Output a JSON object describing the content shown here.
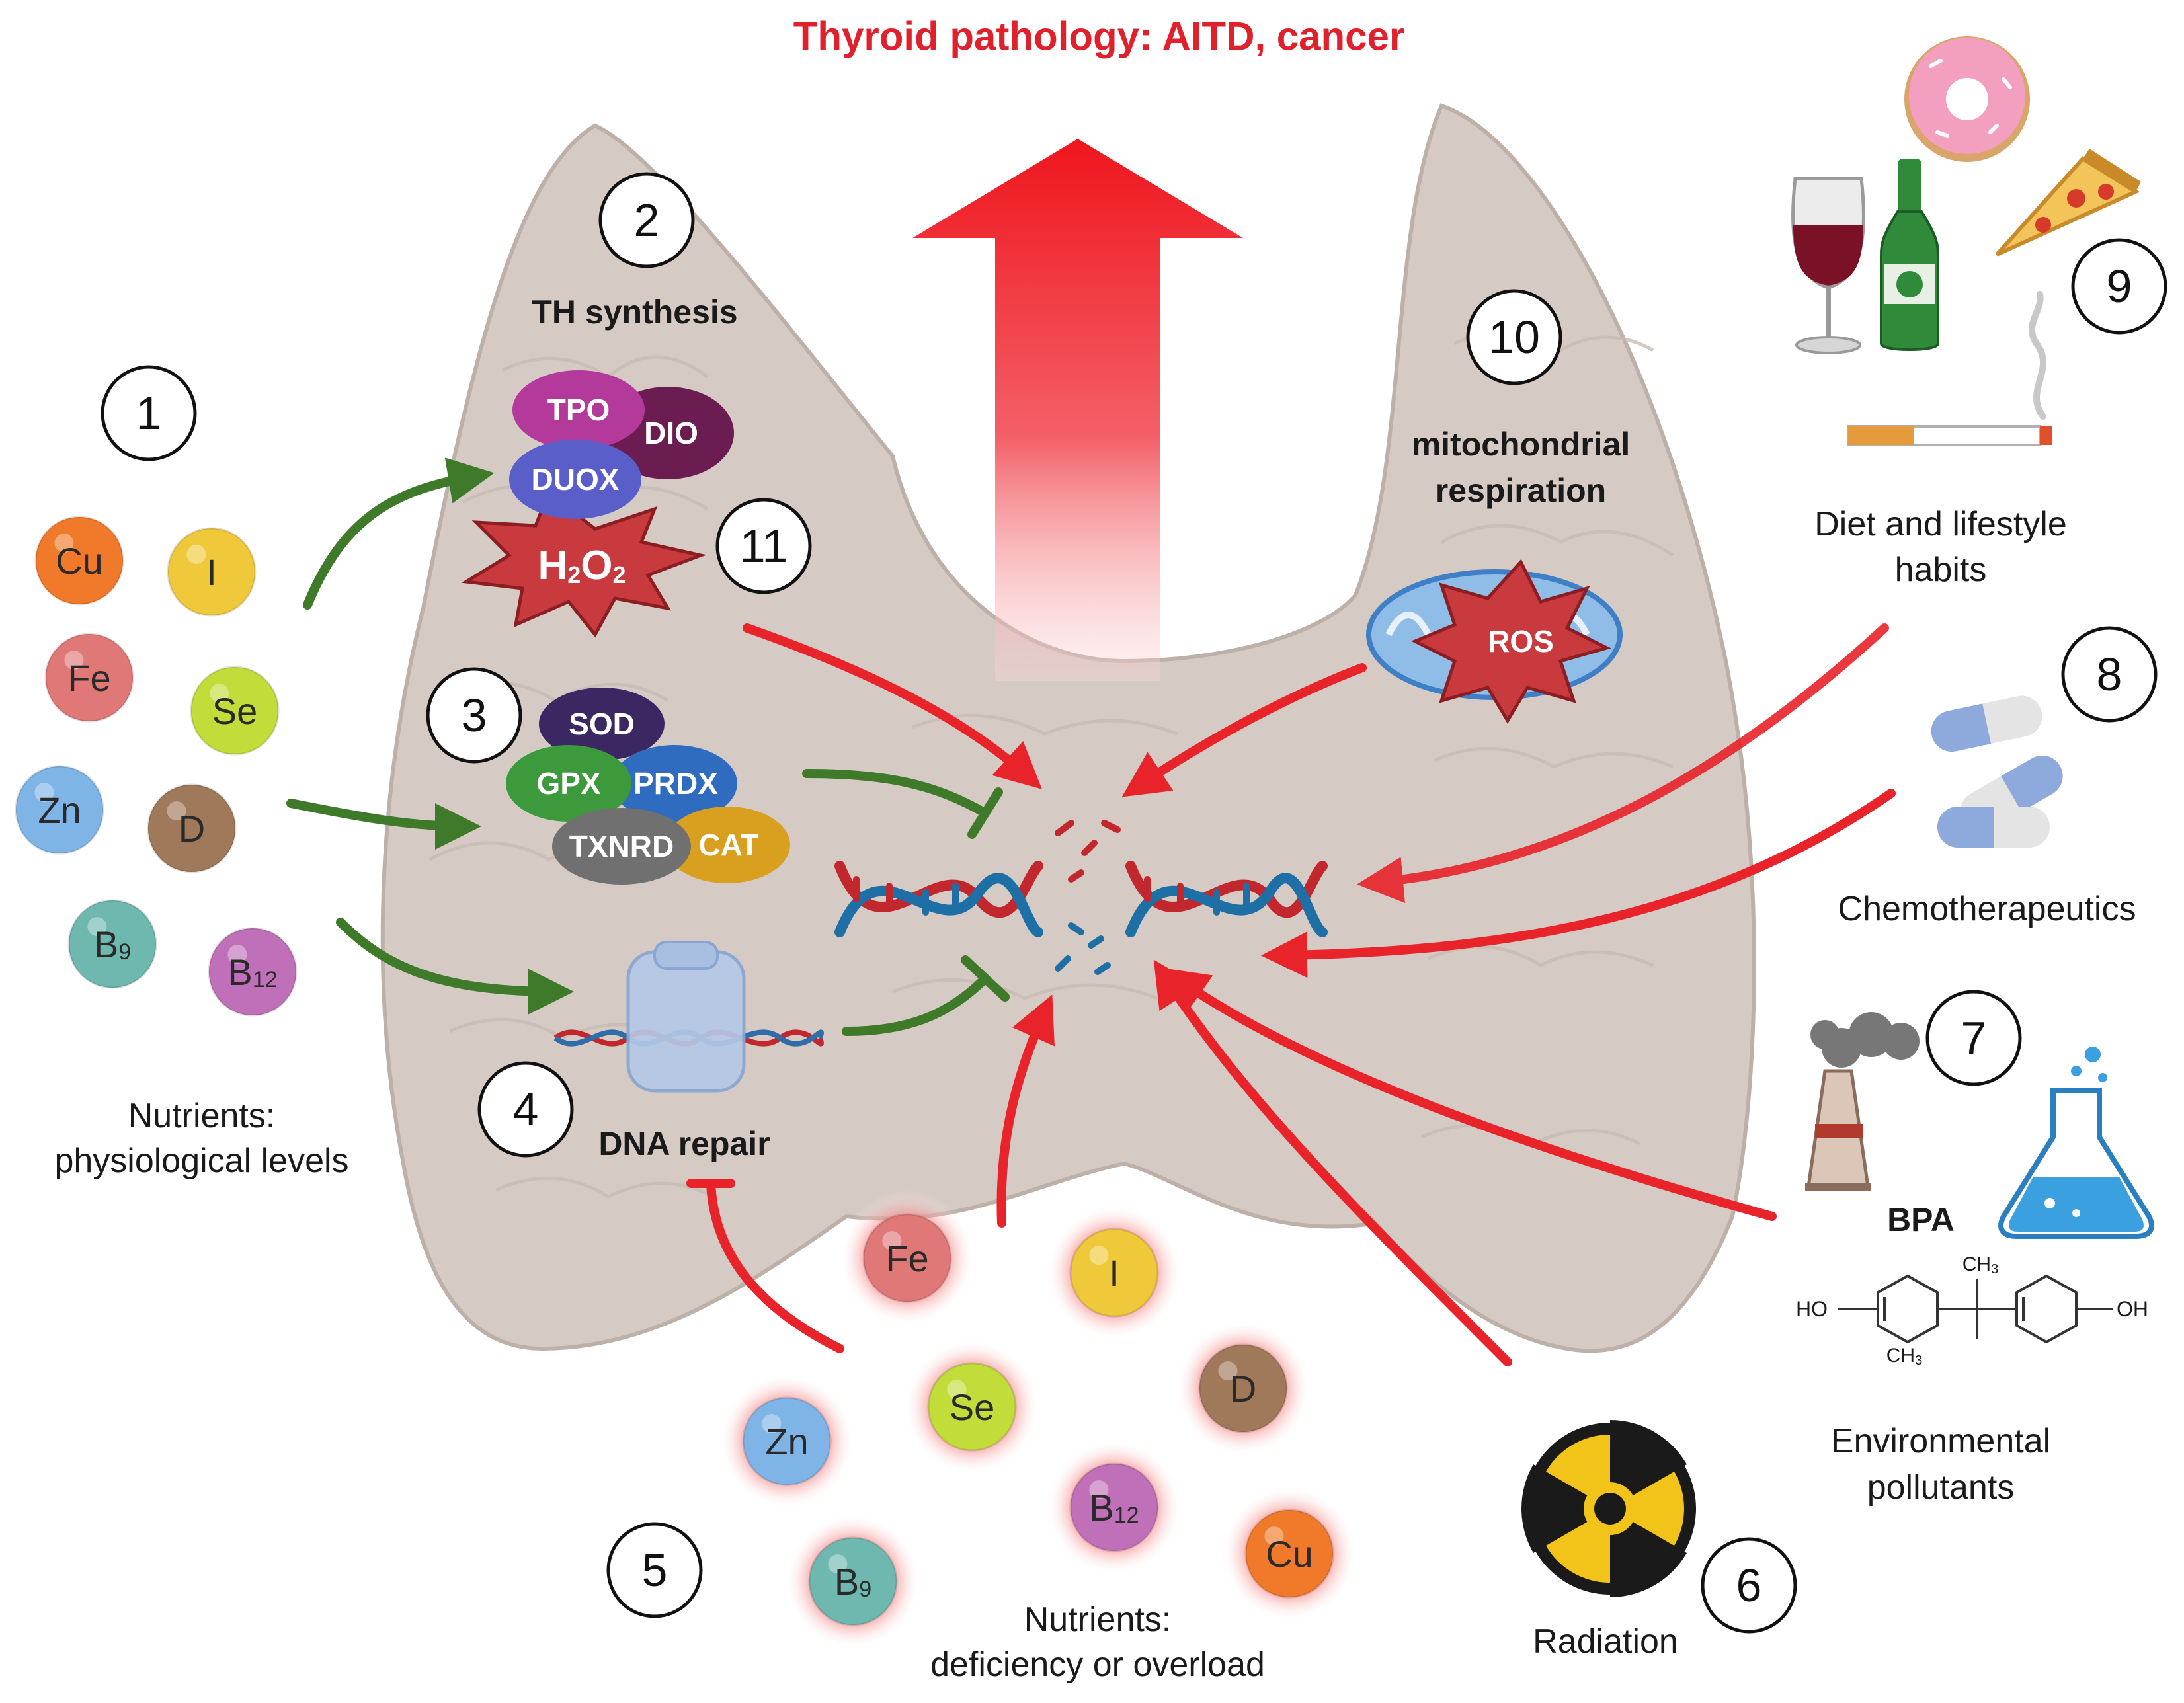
{
  "title": "Thyroid pathology: AITD, cancer",
  "numbers": [
    "1",
    "2",
    "3",
    "4",
    "5",
    "6",
    "7",
    "8",
    "9",
    "10",
    "11"
  ],
  "labels": {
    "th_synthesis": "TH synthesis",
    "mito_line1": "mitochondrial",
    "mito_line2": "respiration",
    "ros": "ROS",
    "dna_repair": "DNA repair",
    "nutrients_phys_line1": "Nutrients:",
    "nutrients_phys_line2": "physiological  levels",
    "nutrients_def_line1": "Nutrients:",
    "nutrients_def_line2": "deficiency or overload",
    "diet_line1": "Diet and lifestyle",
    "diet_line2": "habits",
    "chemo": "Chemotherapeutics",
    "env_line1": "Environmental",
    "env_line2": "pollutants",
    "radiation": "Radiation",
    "bpa": "BPA",
    "bpa_ho": "HO",
    "bpa_oh": "OH",
    "bpa_ch3": "CH",
    "bpa_sub": "3",
    "h2o2_h": "H",
    "h2o2_2a": "2",
    "h2o2_o": "O",
    "h2o2_2b": "2"
  },
  "enzymes": [
    "TPO",
    "DIO",
    "DUOX",
    "SOD",
    "GPX",
    "PRDX",
    "TXNRD",
    "CAT"
  ],
  "nutrients_physiological": [
    {
      "main": "Cu",
      "sub": "",
      "color": "#f07a2a"
    },
    {
      "main": "I",
      "sub": "",
      "color": "#f0c93a"
    },
    {
      "main": "Fe",
      "sub": "",
      "color": "#e07878"
    },
    {
      "main": "Se",
      "sub": "",
      "color": "#c2dd3a"
    },
    {
      "main": "Zn",
      "sub": "",
      "color": "#7fb4e6"
    },
    {
      "main": "D",
      "sub": "",
      "color": "#a0795a"
    },
    {
      "main": "B",
      "sub": "9",
      "color": "#6fb8b0"
    },
    {
      "main": "B",
      "sub": "12",
      "color": "#c070b8"
    }
  ],
  "nutrients_imbalanced": [
    {
      "main": "Fe",
      "sub": "",
      "color": "#e07878"
    },
    {
      "main": "I",
      "sub": "",
      "color": "#f0c93a"
    },
    {
      "main": "Zn",
      "sub": "",
      "color": "#7fb4e6"
    },
    {
      "main": "Se",
      "sub": "",
      "color": "#c2dd3a"
    },
    {
      "main": "D",
      "sub": "",
      "color": "#a0795a"
    },
    {
      "main": "B",
      "sub": "12",
      "color": "#c070b8"
    },
    {
      "main": "Cu",
      "sub": "",
      "color": "#f07a2a"
    },
    {
      "main": "B",
      "sub": "9",
      "color": "#6fb8b0"
    }
  ],
  "colors": {
    "title_red": "#e0202a",
    "arrow_red": "#e8232a",
    "arrow_green": "#3f7a2a",
    "thyroid": "#d8ccc6"
  }
}
